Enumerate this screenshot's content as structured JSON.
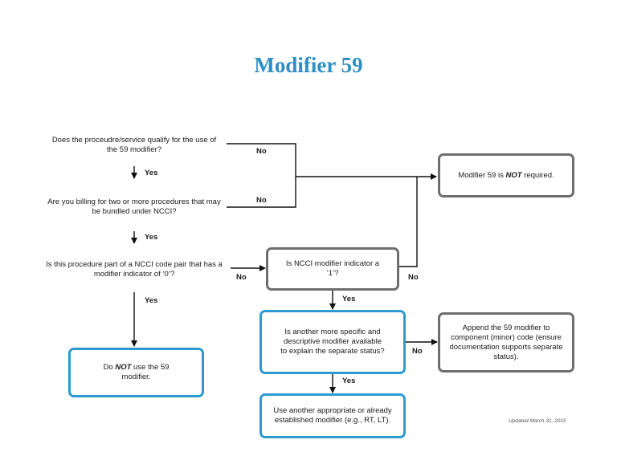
{
  "title": "Modifier 59",
  "questions": {
    "q1": "Does the proceudre/service qualify for the use of the 59 modifier?",
    "q2": "Are you billing for two or more procedures that may be bundled under NCCI?",
    "q3": "Is this procedure part of a NCCI code pair that has a modifier indicator of ‘0’?"
  },
  "labels": {
    "yes": "Yes",
    "no": "No"
  },
  "boxes": {
    "not_required_pre": "Modifier 59 is ",
    "not_required_em": "NOT",
    "not_required_post": " required.",
    "ncci_indicator": "Is NCCI modifier indicator a ‘1’?",
    "another_modifier_q": "Is another more specific and descriptive modifier available to explain the separate status?",
    "append_59": "Append the 59 modifier to component (minor) code (ensure documentation supports separate status).",
    "do_not_pre": "Do ",
    "do_not_em": "NOT",
    "do_not_post": " use the 59 modifier.",
    "use_another": "Use another appropriate or already established modifier (e.g., RT, LT)."
  },
  "footer": {
    "updated": "Updated March 31, 2015"
  },
  "colors": {
    "title": "#2f8fc4",
    "blue_border": "#2e9bd0",
    "gray_border": "#6e6e6e"
  }
}
